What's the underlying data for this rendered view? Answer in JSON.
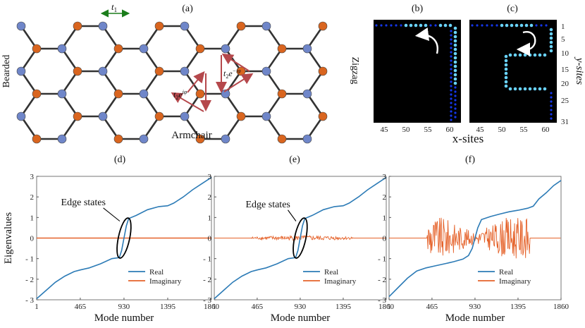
{
  "panels": {
    "a": "(a)",
    "b": "(b)",
    "c": "(c)",
    "d": "(d)",
    "e": "(e)",
    "f": "(f)"
  },
  "lattice": {
    "hopping_label": "t",
    "hopping_sub": "1",
    "phase_neg_base": "t",
    "phase_neg_sub": "2",
    "phase_neg_exp": "e",
    "phase_neg_sup": "−iφ",
    "phase_pos_base": "t",
    "phase_pos_sub": "2",
    "phase_pos_exp": "e",
    "phase_pos_sup": "iφ",
    "edge_left": "Bearded",
    "edge_bottom": "Armchair",
    "edge_right": "Zigzag",
    "colors": {
      "site_a": "#6f86c9",
      "site_b": "#d9651f",
      "bond": "#333333",
      "hop_arrow": "#1b7d1b",
      "phase_arrow": "#b5484c"
    }
  },
  "heatmaps": {
    "x_label": "x-sites",
    "y_label": "y-sites",
    "x_ticks": [
      "45",
      "50",
      "55",
      "60"
    ],
    "y_ticks": [
      "1",
      "5",
      "10",
      "15",
      "20",
      "25",
      "31"
    ],
    "colors": {
      "background": "#000000",
      "dim": "#1436e8",
      "bright": "#6ad4ff"
    }
  },
  "chart_data": [
    {
      "panel": "d",
      "type": "line",
      "xlabel": "Mode number",
      "ylabel": "Eigenvalues",
      "xlim": [
        1,
        1860
      ],
      "ylim": [
        -3,
        3
      ],
      "x_ticks": [
        "1",
        "465",
        "930",
        "1395",
        "1860"
      ],
      "y_ticks": [
        "-3",
        "-2",
        "-1",
        "0",
        "1",
        "2",
        "3"
      ],
      "annotation": "Edge states",
      "legend": [
        "Real",
        "Imaginary"
      ],
      "legend_position": "bottom-right",
      "series": [
        {
          "name": "Real",
          "color": "#2c7bb6",
          "x": [
            1,
            100,
            200,
            300,
            400,
            465,
            560,
            680,
            800,
            880,
            905,
            930,
            955,
            980,
            1060,
            1180,
            1300,
            1395,
            1460,
            1560,
            1660,
            1760,
            1860
          ],
          "y": [
            -2.95,
            -2.55,
            -2.15,
            -1.85,
            -1.63,
            -1.55,
            -1.45,
            -1.25,
            -1.0,
            -0.95,
            -0.6,
            0,
            0.6,
            0.95,
            1.1,
            1.38,
            1.53,
            1.57,
            1.7,
            2.0,
            2.35,
            2.65,
            2.95
          ]
        },
        {
          "name": "Imaginary",
          "color": "#e5622a",
          "x": [
            1,
            1860
          ],
          "y": [
            0,
            0
          ],
          "noise_amplitude": 0
        }
      ]
    },
    {
      "panel": "e",
      "type": "line",
      "xlabel": "Mode number",
      "xlim": [
        1,
        1860
      ],
      "ylim": [
        -3,
        3
      ],
      "x_ticks": [
        "1",
        "465",
        "930",
        "1395",
        "1860"
      ],
      "y_ticks": [
        "-3",
        "-2",
        "-1",
        "0",
        "1",
        "2",
        "3"
      ],
      "annotation": "Edge states",
      "legend": [
        "Real",
        "Imaginary"
      ],
      "legend_position": "bottom-right",
      "series": [
        {
          "name": "Real",
          "color": "#2c7bb6",
          "x": [
            1,
            100,
            200,
            300,
            400,
            465,
            560,
            680,
            800,
            880,
            905,
            930,
            955,
            980,
            1060,
            1180,
            1300,
            1395,
            1460,
            1560,
            1660,
            1760,
            1860
          ],
          "y": [
            -2.95,
            -2.55,
            -2.15,
            -1.85,
            -1.63,
            -1.55,
            -1.45,
            -1.25,
            -1.0,
            -0.95,
            -0.6,
            0,
            0.6,
            0.95,
            1.1,
            1.38,
            1.53,
            1.57,
            1.7,
            2.0,
            2.35,
            2.65,
            2.95
          ]
        },
        {
          "name": "Imaginary",
          "color": "#e5622a",
          "x": [
            1,
            1860
          ],
          "y": [
            0,
            0
          ],
          "noise_range": [
            400,
            1500
          ],
          "noise_amplitude": 0.12
        }
      ]
    },
    {
      "panel": "f",
      "type": "line",
      "xlabel": "Mode number",
      "xlim": [
        1,
        1860
      ],
      "ylim": [
        -3,
        3
      ],
      "x_ticks": [
        "1",
        "465",
        "930",
        "1395",
        "1860"
      ],
      "y_ticks": [
        "-3",
        "-2",
        "-1",
        "0",
        "1",
        "2",
        "3"
      ],
      "legend": [
        "Real",
        "Imaginary"
      ],
      "legend_position": "bottom-right",
      "series": [
        {
          "name": "Real",
          "color": "#2c7bb6",
          "x": [
            1,
            100,
            200,
            300,
            400,
            500,
            600,
            700,
            800,
            860,
            900,
            930,
            960,
            1000,
            1100,
            1200,
            1300,
            1395,
            1500,
            1560,
            1620,
            1700,
            1780,
            1860
          ],
          "y": [
            -2.85,
            -2.4,
            -1.95,
            -1.6,
            -1.45,
            -1.35,
            -1.25,
            -1.15,
            -1.02,
            -0.85,
            -0.5,
            0,
            0.5,
            0.9,
            1.05,
            1.17,
            1.28,
            1.35,
            1.45,
            1.55,
            1.9,
            2.2,
            2.55,
            2.8
          ]
        },
        {
          "name": "Imaginary",
          "color": "#e5622a",
          "x": [
            1,
            1860
          ],
          "y": [
            0,
            0
          ],
          "noise_range": [
            410,
            1520
          ],
          "noise_amplitude": 1.0
        }
      ]
    }
  ]
}
